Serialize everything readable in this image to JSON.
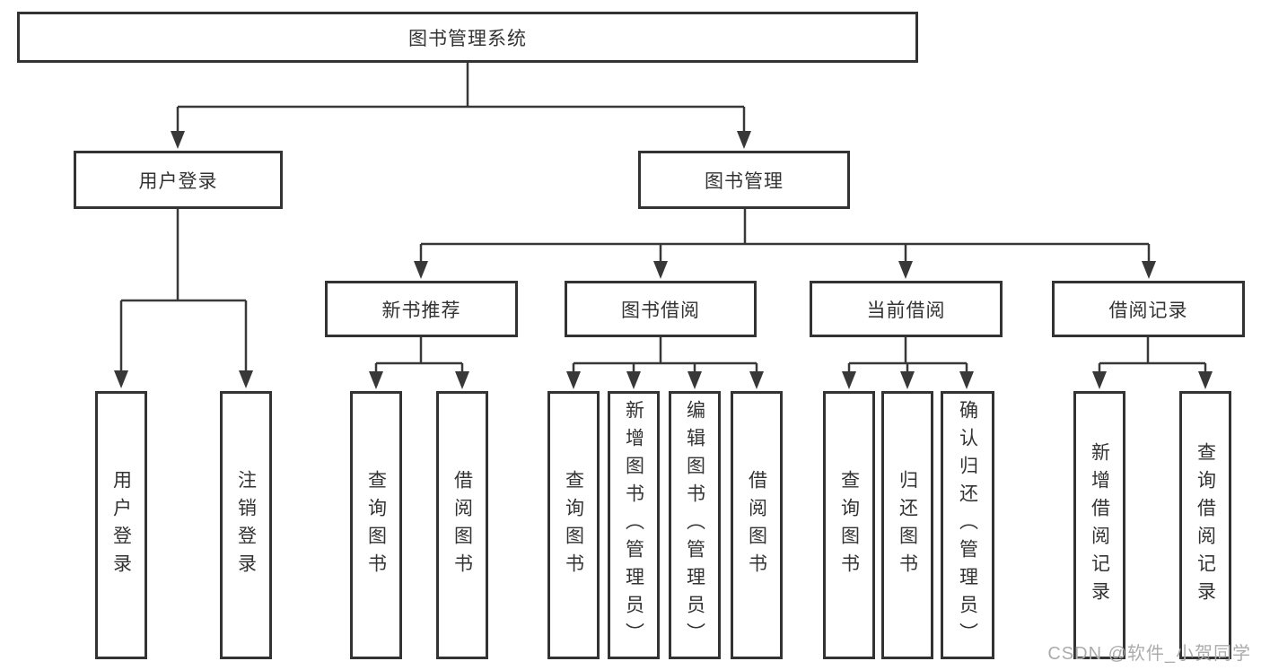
{
  "diagram_type": "tree",
  "colors": {
    "line": "#383838",
    "box_border": "#333333",
    "text": "#333333",
    "watermark": "#acacac",
    "background": "#ffffff"
  },
  "tree": {
    "label": "图书管理系统",
    "children": [
      {
        "label": "用户登录",
        "children": [
          {
            "label": "用户登录"
          },
          {
            "label": "注销登录"
          }
        ]
      },
      {
        "label": "图书管理",
        "children": [
          {
            "label": "新书推荐",
            "children": [
              {
                "label": "查询图书"
              },
              {
                "label": "借阅图书"
              }
            ]
          },
          {
            "label": "图书借阅",
            "children": [
              {
                "label": "查询图书"
              },
              {
                "label": "新增图书（管理员）"
              },
              {
                "label": "编辑图书（管理员）"
              },
              {
                "label": "借阅图书"
              }
            ]
          },
          {
            "label": "当前借阅",
            "children": [
              {
                "label": "查询图书"
              },
              {
                "label": "归还图书"
              },
              {
                "label": "确认归还（管理员）"
              }
            ]
          },
          {
            "label": "借阅记录",
            "children": [
              {
                "label": "新增借阅记录"
              },
              {
                "label": "查询借阅记录"
              }
            ]
          }
        ]
      }
    ]
  },
  "watermark": {
    "text": "CSDN @软件_小贺同学"
  }
}
